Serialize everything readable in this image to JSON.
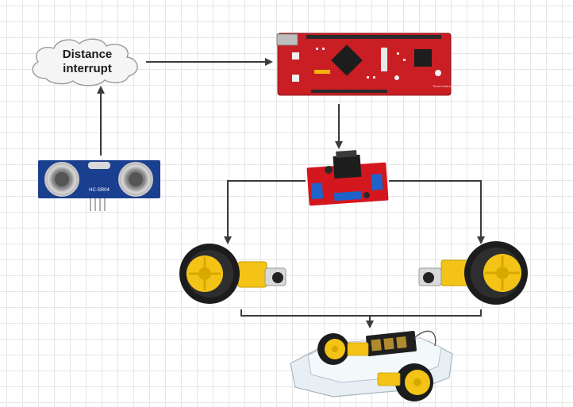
{
  "cloud": {
    "line1": "Distance",
    "line2": "interrupt"
  },
  "sensor": {
    "model_text": "HC-SR04"
  },
  "board": {
    "logo_text": "Texas Instruments"
  },
  "colors": {
    "arrow": "#3b3b3b",
    "board_red": "#c81e24",
    "sensor_blue": "#1b3f8f",
    "wheel_yellow": "#f3c316",
    "tire_black": "#1c1c1c"
  }
}
